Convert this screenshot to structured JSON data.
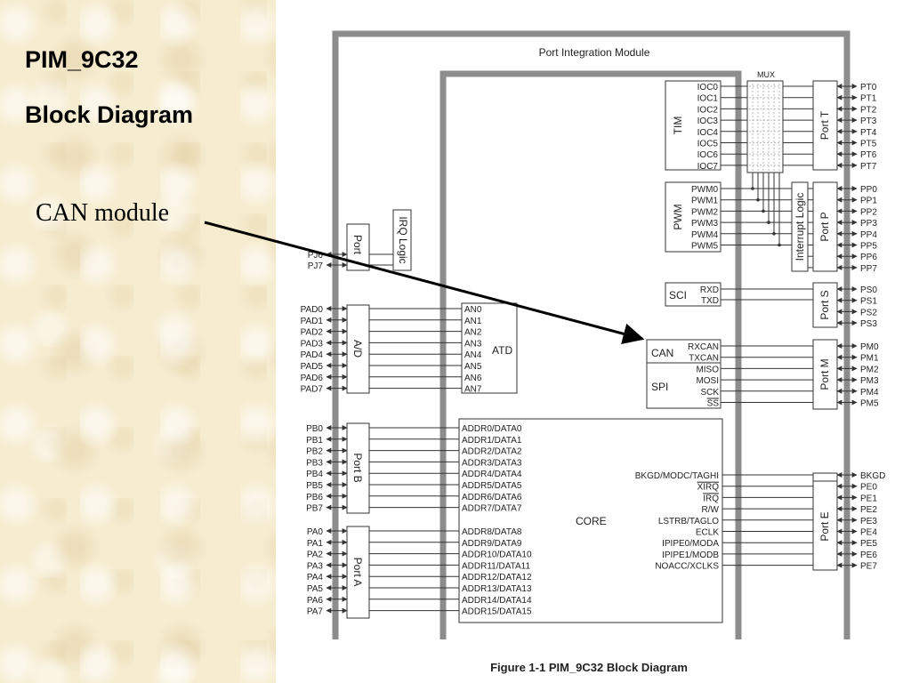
{
  "slide": {
    "title_line1": "PIM_9C32",
    "title_line2": "Block Diagram",
    "annotation": "CAN module"
  },
  "diagram": {
    "module_title": "Port Integration Module",
    "caption": "Figure 1-1  PIM_9C32 Block Diagram",
    "mux_label": "MUX",
    "blocks": {
      "tim": "TIM",
      "pwm": "PWM",
      "sci": "SCI",
      "can": "CAN",
      "spi": "SPI",
      "atd": "ATD",
      "core": "CORE",
      "irq_logic": "IRQ Logic",
      "interrupt_logic": "Interrupt Logic",
      "port_t": "Port T",
      "port_p": "Port P",
      "port_s": "Port S",
      "port_m": "Port M",
      "port_e": "Port E",
      "port_b": "Port B",
      "port_a": "Port A",
      "port_j": "Port",
      "ad": "A/D"
    },
    "tim_signals": [
      "IOC0",
      "IOC1",
      "IOC2",
      "IOC3",
      "IOC4",
      "IOC5",
      "IOC6",
      "IOC7"
    ],
    "pwm_signals": [
      "PWM0",
      "PWM1",
      "PWM2",
      "PWM3",
      "PWM4",
      "PWM5"
    ],
    "sci_signals": [
      "RXD",
      "TXD"
    ],
    "can_signals": [
      "RXCAN",
      "TXCAN"
    ],
    "spi_signals": [
      "MISO",
      "MOSI",
      "SCK",
      "SS"
    ],
    "atd_signals": [
      "AN0",
      "AN1",
      "AN2",
      "AN3",
      "AN4",
      "AN5",
      "AN6",
      "AN7"
    ],
    "core_low": [
      "ADDR0/DATA0",
      "ADDR1/DATA1",
      "ADDR2/DATA2",
      "ADDR3/DATA3",
      "ADDR4/DATA4",
      "ADDR5/DATA5",
      "ADDR6/DATA6",
      "ADDR7/DATA7"
    ],
    "core_high": [
      "ADDR8/DATA8",
      "ADDR9/DATA9",
      "ADDR10/DATA10",
      "ADDR11/DATA11",
      "ADDR12/DATA12",
      "ADDR13/DATA13",
      "ADDR14/DATA14",
      "ADDR15/DATA15"
    ],
    "core_e": [
      "BKGD/MODC/TAGHI",
      "XIRQ",
      "IRQ",
      "R/W",
      "LSTRB/TAGLO",
      "ECLK",
      "IPIPE0/MODA",
      "IPIPE1/MODB",
      "NOACC/XCLKS"
    ],
    "pins_t": [
      "PT0",
      "PT1",
      "PT2",
      "PT3",
      "PT4",
      "PT5",
      "PT6",
      "PT7"
    ],
    "pins_p": [
      "PP0",
      "PP1",
      "PP2",
      "PP3",
      "PP4",
      "PP5",
      "PP6",
      "PP7"
    ],
    "pins_s": [
      "PS0",
      "PS1",
      "PS2",
      "PS3"
    ],
    "pins_m": [
      "PM0",
      "PM1",
      "PM2",
      "PM3",
      "PM4",
      "PM5"
    ],
    "pins_e": [
      "BKGD",
      "PE0",
      "PE1",
      "PE2",
      "PE3",
      "PE4",
      "PE5",
      "PE6",
      "PE7"
    ],
    "pins_j": [
      "PJ6",
      "PJ7"
    ],
    "pins_ad": [
      "PAD0",
      "PAD1",
      "PAD2",
      "PAD3",
      "PAD4",
      "PAD5",
      "PAD6",
      "PAD7"
    ],
    "pins_b": [
      "PB0",
      "PB1",
      "PB2",
      "PB3",
      "PB4",
      "PB5",
      "PB6",
      "PB7"
    ],
    "pins_a": [
      "PA0",
      "PA1",
      "PA2",
      "PA3",
      "PA4",
      "PA5",
      "PA6",
      "PA7"
    ]
  }
}
